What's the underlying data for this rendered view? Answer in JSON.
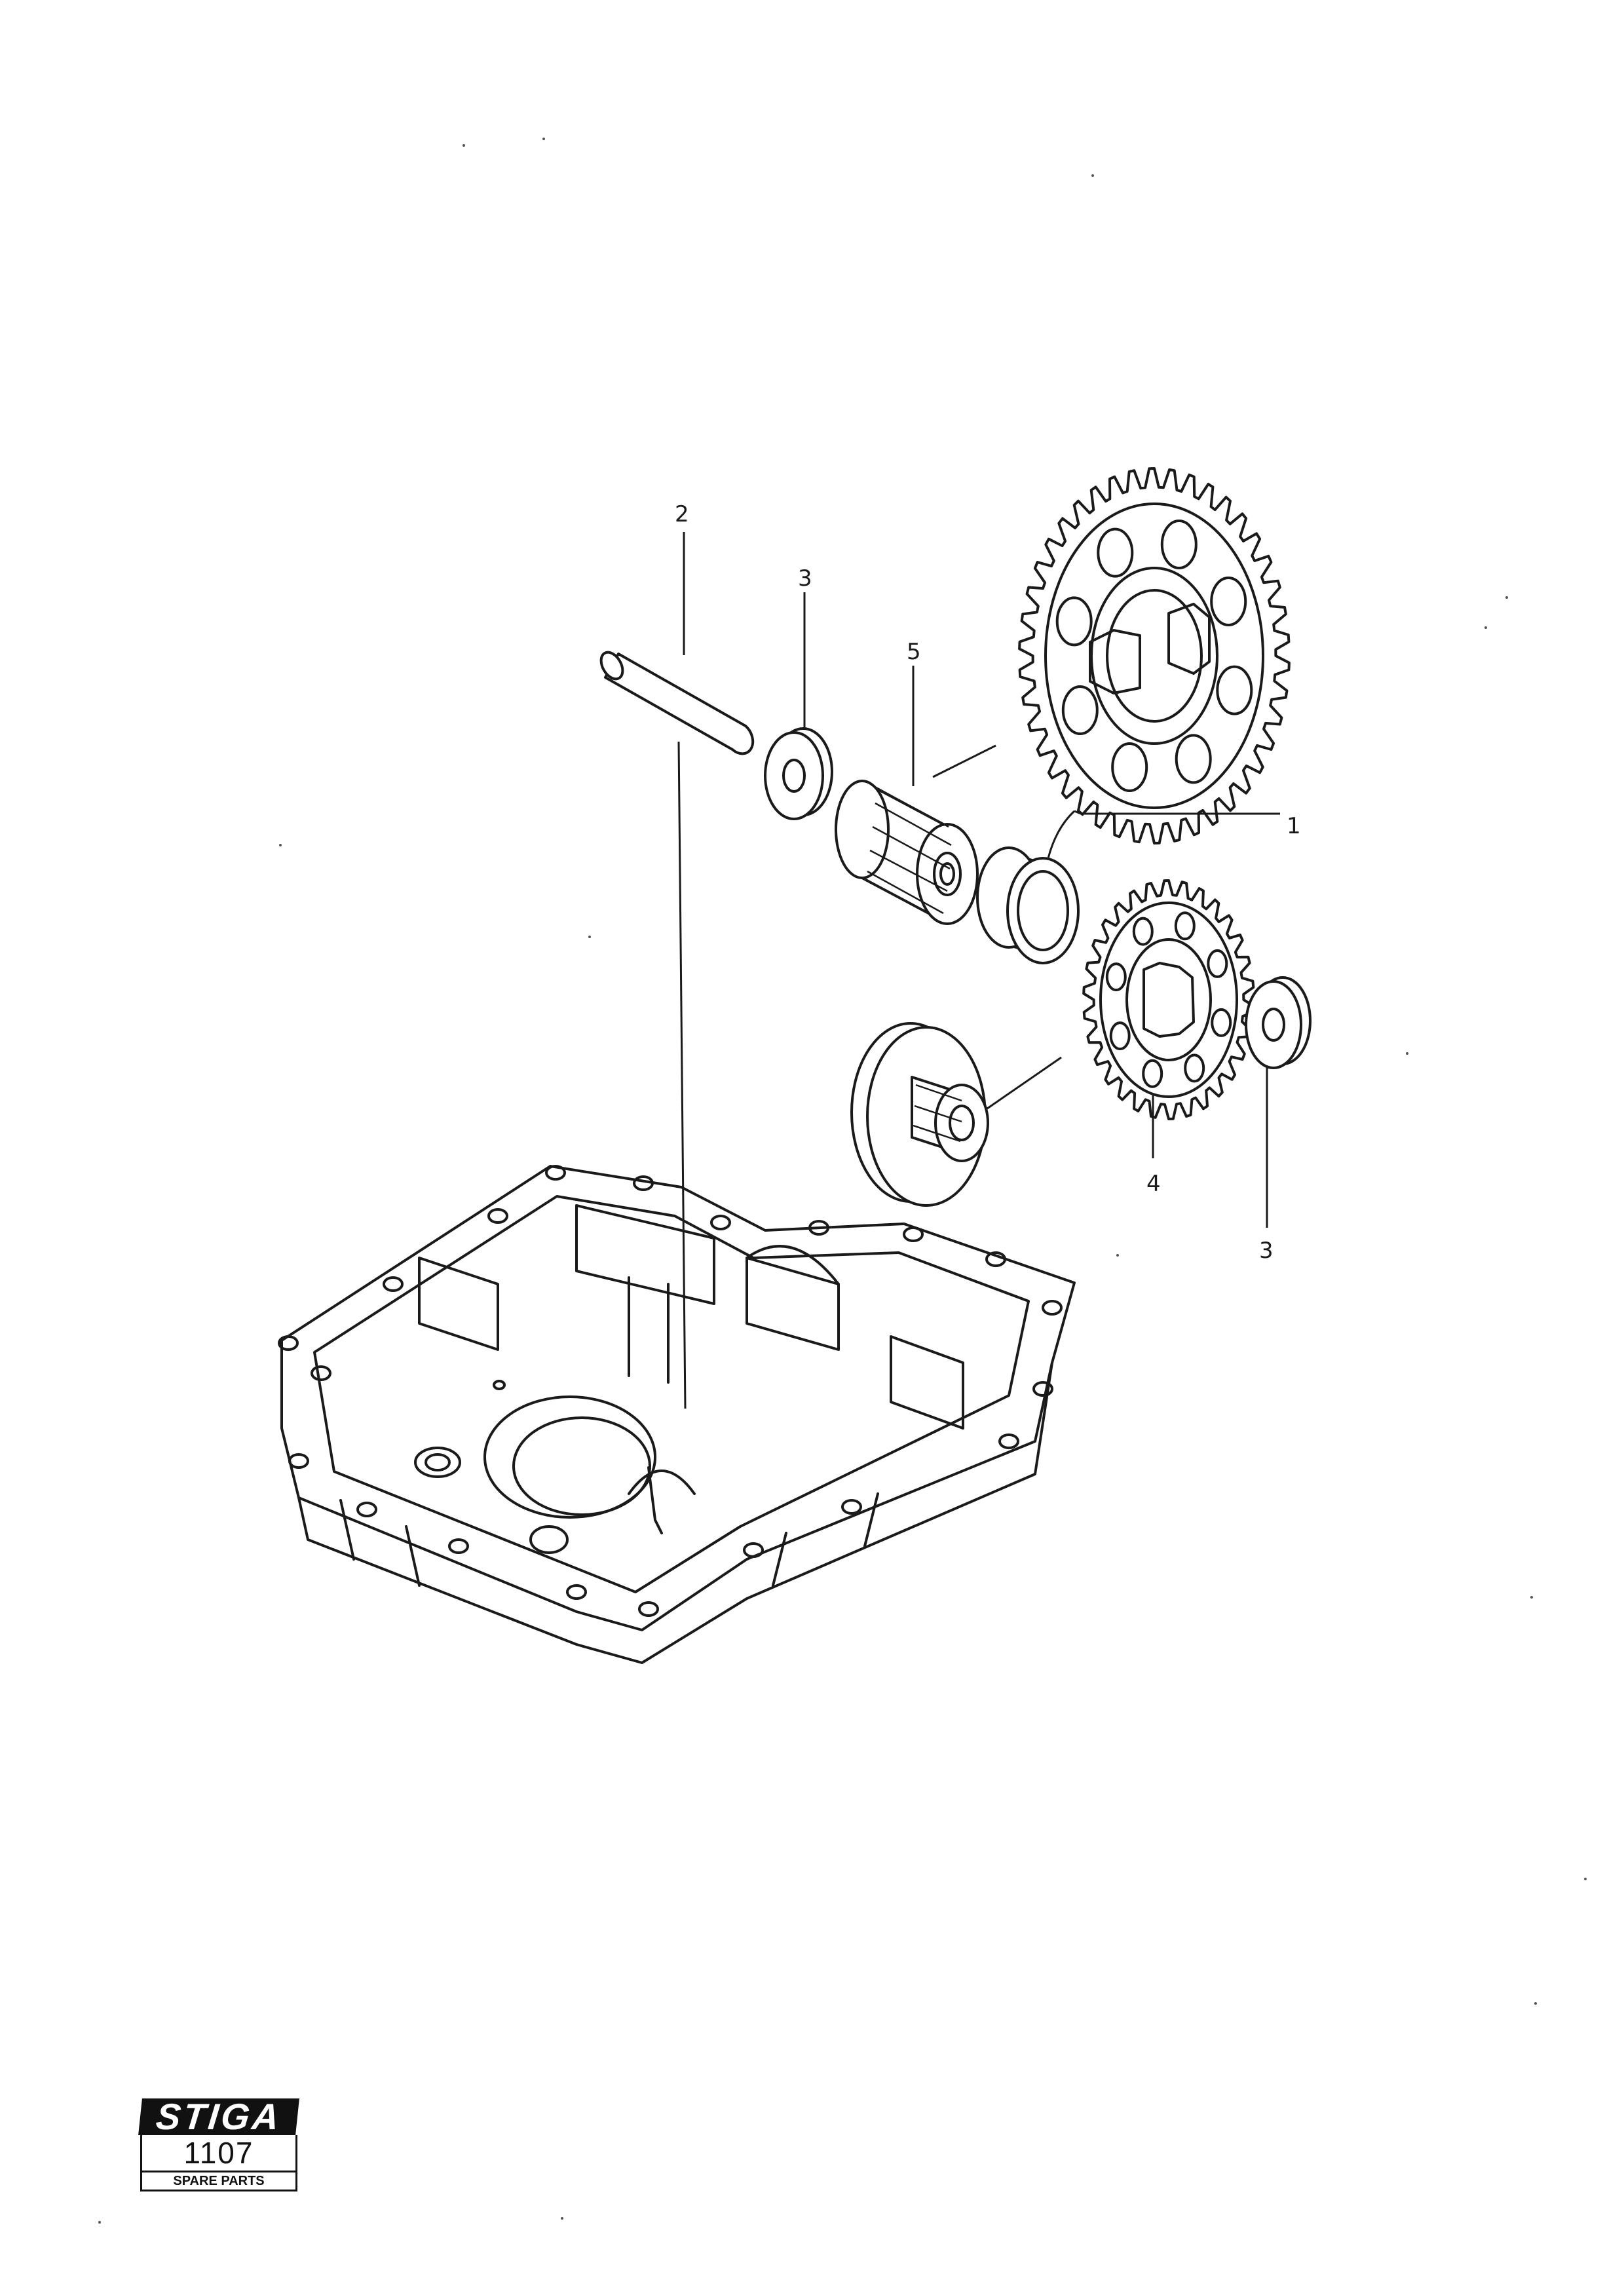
{
  "callouts": {
    "part_1": "1",
    "part_2": "2",
    "part_3_upper": "3",
    "part_3_lower": "3",
    "part_4": "4",
    "part_5": "5"
  },
  "logo": {
    "brand": "STIGA",
    "number": "1107",
    "subtitle": "SPARE PARTS"
  }
}
